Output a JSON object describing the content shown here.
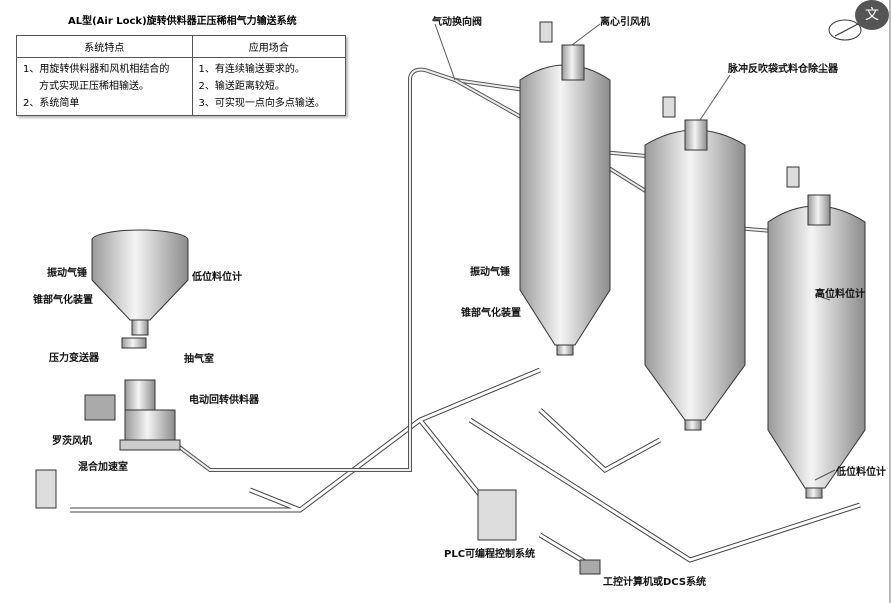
{
  "title": "AL型(Air Lock)旋转供料器正压稀相气力输送系统",
  "table": {
    "headers": [
      "系统特点",
      "应用场合"
    ],
    "features": [
      "1、用旋转供料器和风机相结合的",
      "方式实现正压稀相输送。",
      "2、系统简单"
    ],
    "applications": [
      "1、有连续输送要求的。",
      "2、输送距离较短。",
      "3、可实现一点向多点输送。"
    ]
  },
  "labels": {
    "valve": "气动换向阀",
    "fan": "离心引风机",
    "dust": "脉冲反吹袋式料仓除尘器",
    "vib1": "振动气锤",
    "aer1": "锥部气化装置",
    "low1": "低位料位计",
    "vib2": "振动气锤",
    "aer2": "锥部气化装置",
    "high": "高位料位计",
    "low2": "低位料位计",
    "pressure": "压力变送器",
    "exhaust": "抽气室",
    "feeder": "电动回转供料器",
    "roots": "罗茨风机",
    "mix": "混合加速室",
    "plc": "PLC可编程控制系统",
    "dcs": "工控计算机或DCS系统"
  },
  "translate_icon": "文"
}
